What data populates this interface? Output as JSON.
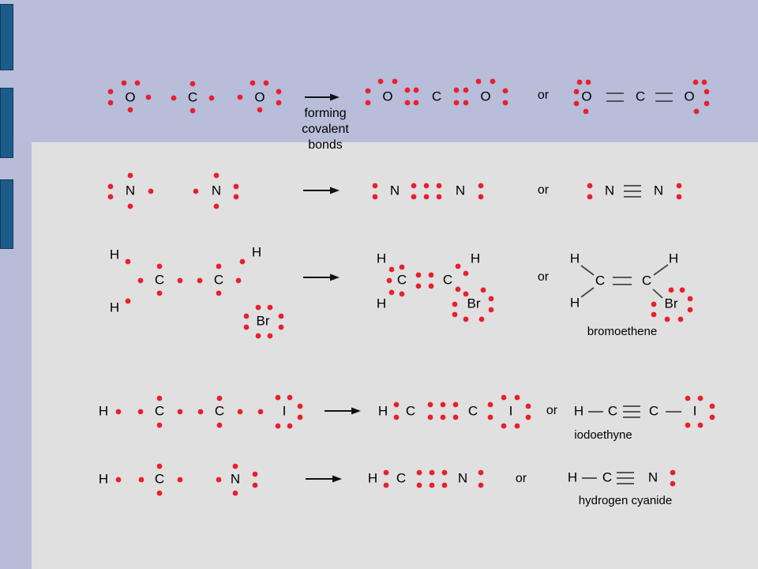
{
  "colors": {
    "top_band": "#b8bdd9",
    "panel": "#e0e0e0",
    "side_tab": "#1c5c8a",
    "electron_dot": "#e8202e"
  },
  "connector_word": "or",
  "co2": {
    "O": "O",
    "C": "C",
    "arrow_caption": [
      "forming",
      "covalent",
      "bonds"
    ]
  },
  "n2": {
    "N": "N"
  },
  "bromoethene": {
    "H": "H",
    "C": "C",
    "Br": "Br",
    "name": "bromoethene"
  },
  "iodoethyne": {
    "H": "H",
    "C": "C",
    "I": "I",
    "name": "iodoethyne"
  },
  "hydrogen_cyanide": {
    "H": "H",
    "C": "C",
    "N": "N",
    "name": "hydrogen cyanide"
  }
}
